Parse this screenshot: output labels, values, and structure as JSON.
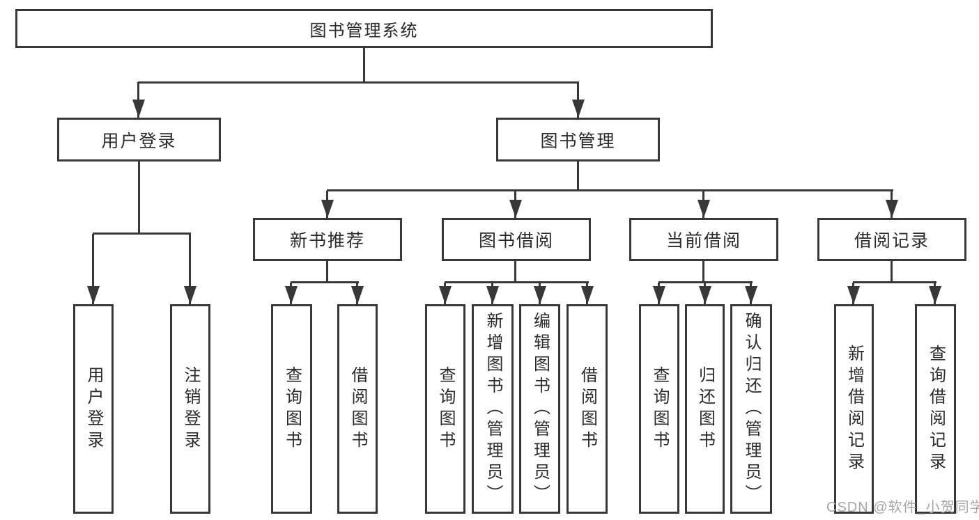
{
  "diagram": {
    "root": {
      "label": "图书管理系统"
    },
    "level2": [
      {
        "label": "用户登录"
      },
      {
        "label": "图书管理"
      }
    ],
    "level3": [
      {
        "label": "新书推荐"
      },
      {
        "label": "图书借阅"
      },
      {
        "label": "当前借阅"
      },
      {
        "label": "借阅记录"
      }
    ],
    "leaves": {
      "user_login_group": [
        "用户登录",
        "注销登录"
      ],
      "new_book_group": [
        "查询图书",
        "借阅图书"
      ],
      "book_borrow_group": [
        "查询图书",
        "新增图书（管理员）",
        "编辑图书（管理员）",
        "借阅图书"
      ],
      "current_borrow_group": [
        "查询图书",
        "归还图书",
        "确认归还（管理员）"
      ],
      "borrow_record_group": [
        "新增借阅记录",
        "查询借阅记录"
      ]
    },
    "colors": {
      "line": "#383838",
      "box_border": "#383838",
      "box_fill": "#ffffff",
      "text": "#2b2b2b",
      "watermark": "#a6a6a6",
      "background": "#ffffff"
    }
  },
  "watermark": {
    "text": "CSDN @软件_小贺同学"
  }
}
